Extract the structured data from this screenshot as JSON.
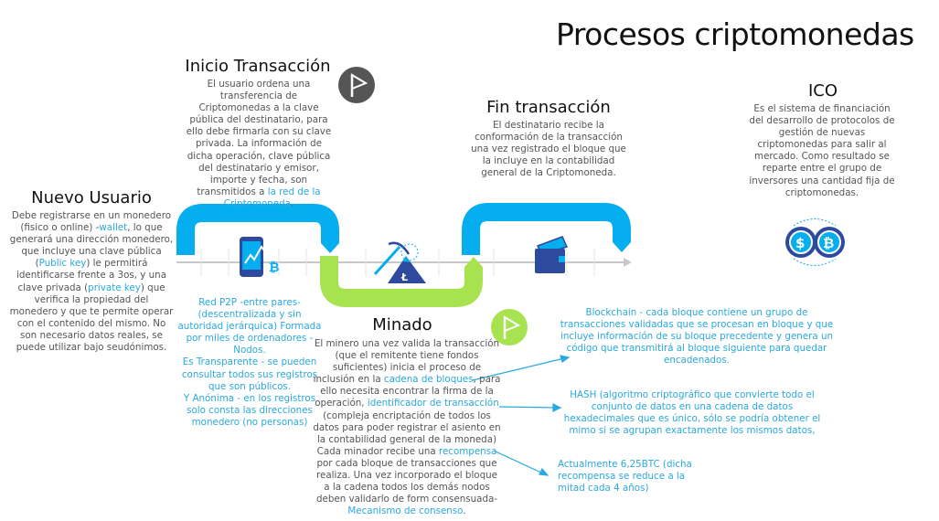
{
  "title": "Procesos criptomonedas",
  "nuevo_usuario": {
    "heading": "Nuevo Usuario",
    "body": [
      {
        "t": "Debe registrarse en un monedero (fisico o online) -"
      },
      {
        "t": "wallet",
        "link": true
      },
      {
        "t": ", lo que generará una dirección monedero, que incluye una clave pública ("
      },
      {
        "t": "Public key",
        "link": true
      },
      {
        "t": ") le permitirá identificarse frente a 3os, y una clave privada ("
      },
      {
        "t": "private key",
        "link": true
      },
      {
        "t": ") que verifica la propiedad del monedero y que te permite operar con el contenido del mismo. No son necesario datos reales, se puede utilizar bajo seudónimos."
      }
    ]
  },
  "inicio": {
    "heading": "Inicio Transacción",
    "body": [
      {
        "t": "El usuario ordena una transferencia de Criptomonedas a la clave pública del destinatario, para ello debe firmarla con su clave privada. La información de dicha operación, clave pública del destinatario y emisor, importe y fecha, son transmitidos a "
      },
      {
        "t": "la red de la Criptomoneda",
        "link": true
      },
      {
        "t": "."
      }
    ]
  },
  "red_p2p": {
    "body": [
      {
        "t": "Red P2P -entre pares- (descentralizada y sin autoridad jerárquica) Formada por miles de ordenadores - Nodos.",
        "link": true,
        "br": true
      },
      {
        "t": "Es Transparente - se pueden consultar todos sus registros que son públicos.",
        "link": true,
        "br": true
      },
      {
        "t": "Y Anónima - en los registros solo consta las direcciones monedero (no personas)",
        "link": true
      }
    ]
  },
  "minado": {
    "heading": "Minado",
    "body": [
      {
        "t": "El minero una vez valida la transacción (que el remitente tiene fondos suficientes) inicia el proceso de inclusión en la "
      },
      {
        "t": "cadena de bloques",
        "link": true
      },
      {
        "t": ", para ello necesita encontrar la firma de la operación, "
      },
      {
        "t": "identificador de transacción",
        "link": true
      },
      {
        "t": " (compleja encriptación de todos los datos para poder registrar el asiento en la contabilidad general de la moneda) Cada minador recibe una "
      },
      {
        "t": "recompensa",
        "link": true
      },
      {
        "t": " por cada bloque de transacciones que realiza. Una vez incorporado el bloque a la cadena todos los demás nodos deben validarlo de form consensuada- "
      },
      {
        "t": "Mecanismo de consenso",
        "link": true
      },
      {
        "t": "."
      }
    ]
  },
  "fin": {
    "heading": "Fin transacción",
    "body": [
      {
        "t": "El destinatario recibe la conformación de la transacción una vez registrado el bloque que la incluye en la contabilidad general de la Criptomoneda."
      }
    ]
  },
  "ico": {
    "heading": "ICO",
    "body": [
      {
        "t": "Es el sistema de financiación del desarrollo de protocolos de gestión de nuevas criptomonedas para salir al mercado. Como resultado se reparte entre el grupo de inversores una cantidad fija de criptomonedas."
      }
    ]
  },
  "notes": {
    "blockchain": "Blockchain - cada bloque contiene un grupo de transacciones validadas que se procesan en bloque y que incluye información de su bloque precedente y genera un código que transmitirá al bloque siguiente para quedar encadenados.",
    "hash": "HASH (algoritmo criptográfico que convierte todo el conjunto de datos en una cadena de datos hexadecimales que es único, sólo se podría obtener el mimo si se agrupan exactamente los mismos datos,",
    "reward": "Actualmente 6,25BTC (dicha recompensa se reduce a la mitad cada 4 años)"
  },
  "colors": {
    "blue": "#05aeee",
    "green": "#a7e34f",
    "link": "#2aa9e0",
    "dark_icon": "#555555",
    "navy": "#2e4a9e"
  }
}
